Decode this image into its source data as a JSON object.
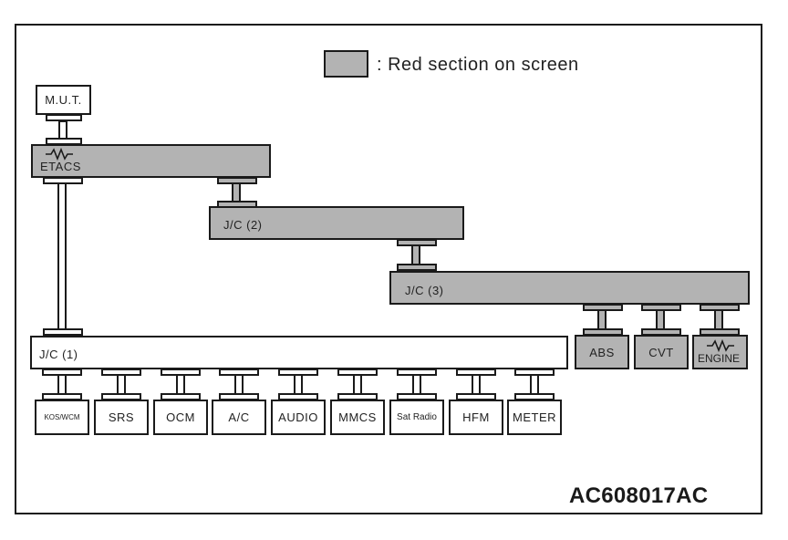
{
  "legend": {
    "swatch_color": "#b3b3b3",
    "text": ": Red section on screen"
  },
  "diagram_code": "AC608017AC",
  "modules": {
    "mut": "M.U.T.",
    "etacs": "ETACS",
    "jc2": "J/C (2)",
    "jc3": "J/C (3)",
    "jc1": "J/C (1)",
    "abs": "ABS",
    "cvt": "CVT",
    "engine": "ENGINE"
  },
  "bottom_modules": [
    "KOS/WCM",
    "SRS",
    "OCM",
    "A/C",
    "AUDIO",
    "MMCS",
    "Sat Radio",
    "HFM",
    "METER"
  ],
  "icons": {
    "resistor": "resistor-icon"
  },
  "colors": {
    "red_section": "#b3b3b3",
    "normal": "#ffffff",
    "line": "#1a1a1a"
  }
}
